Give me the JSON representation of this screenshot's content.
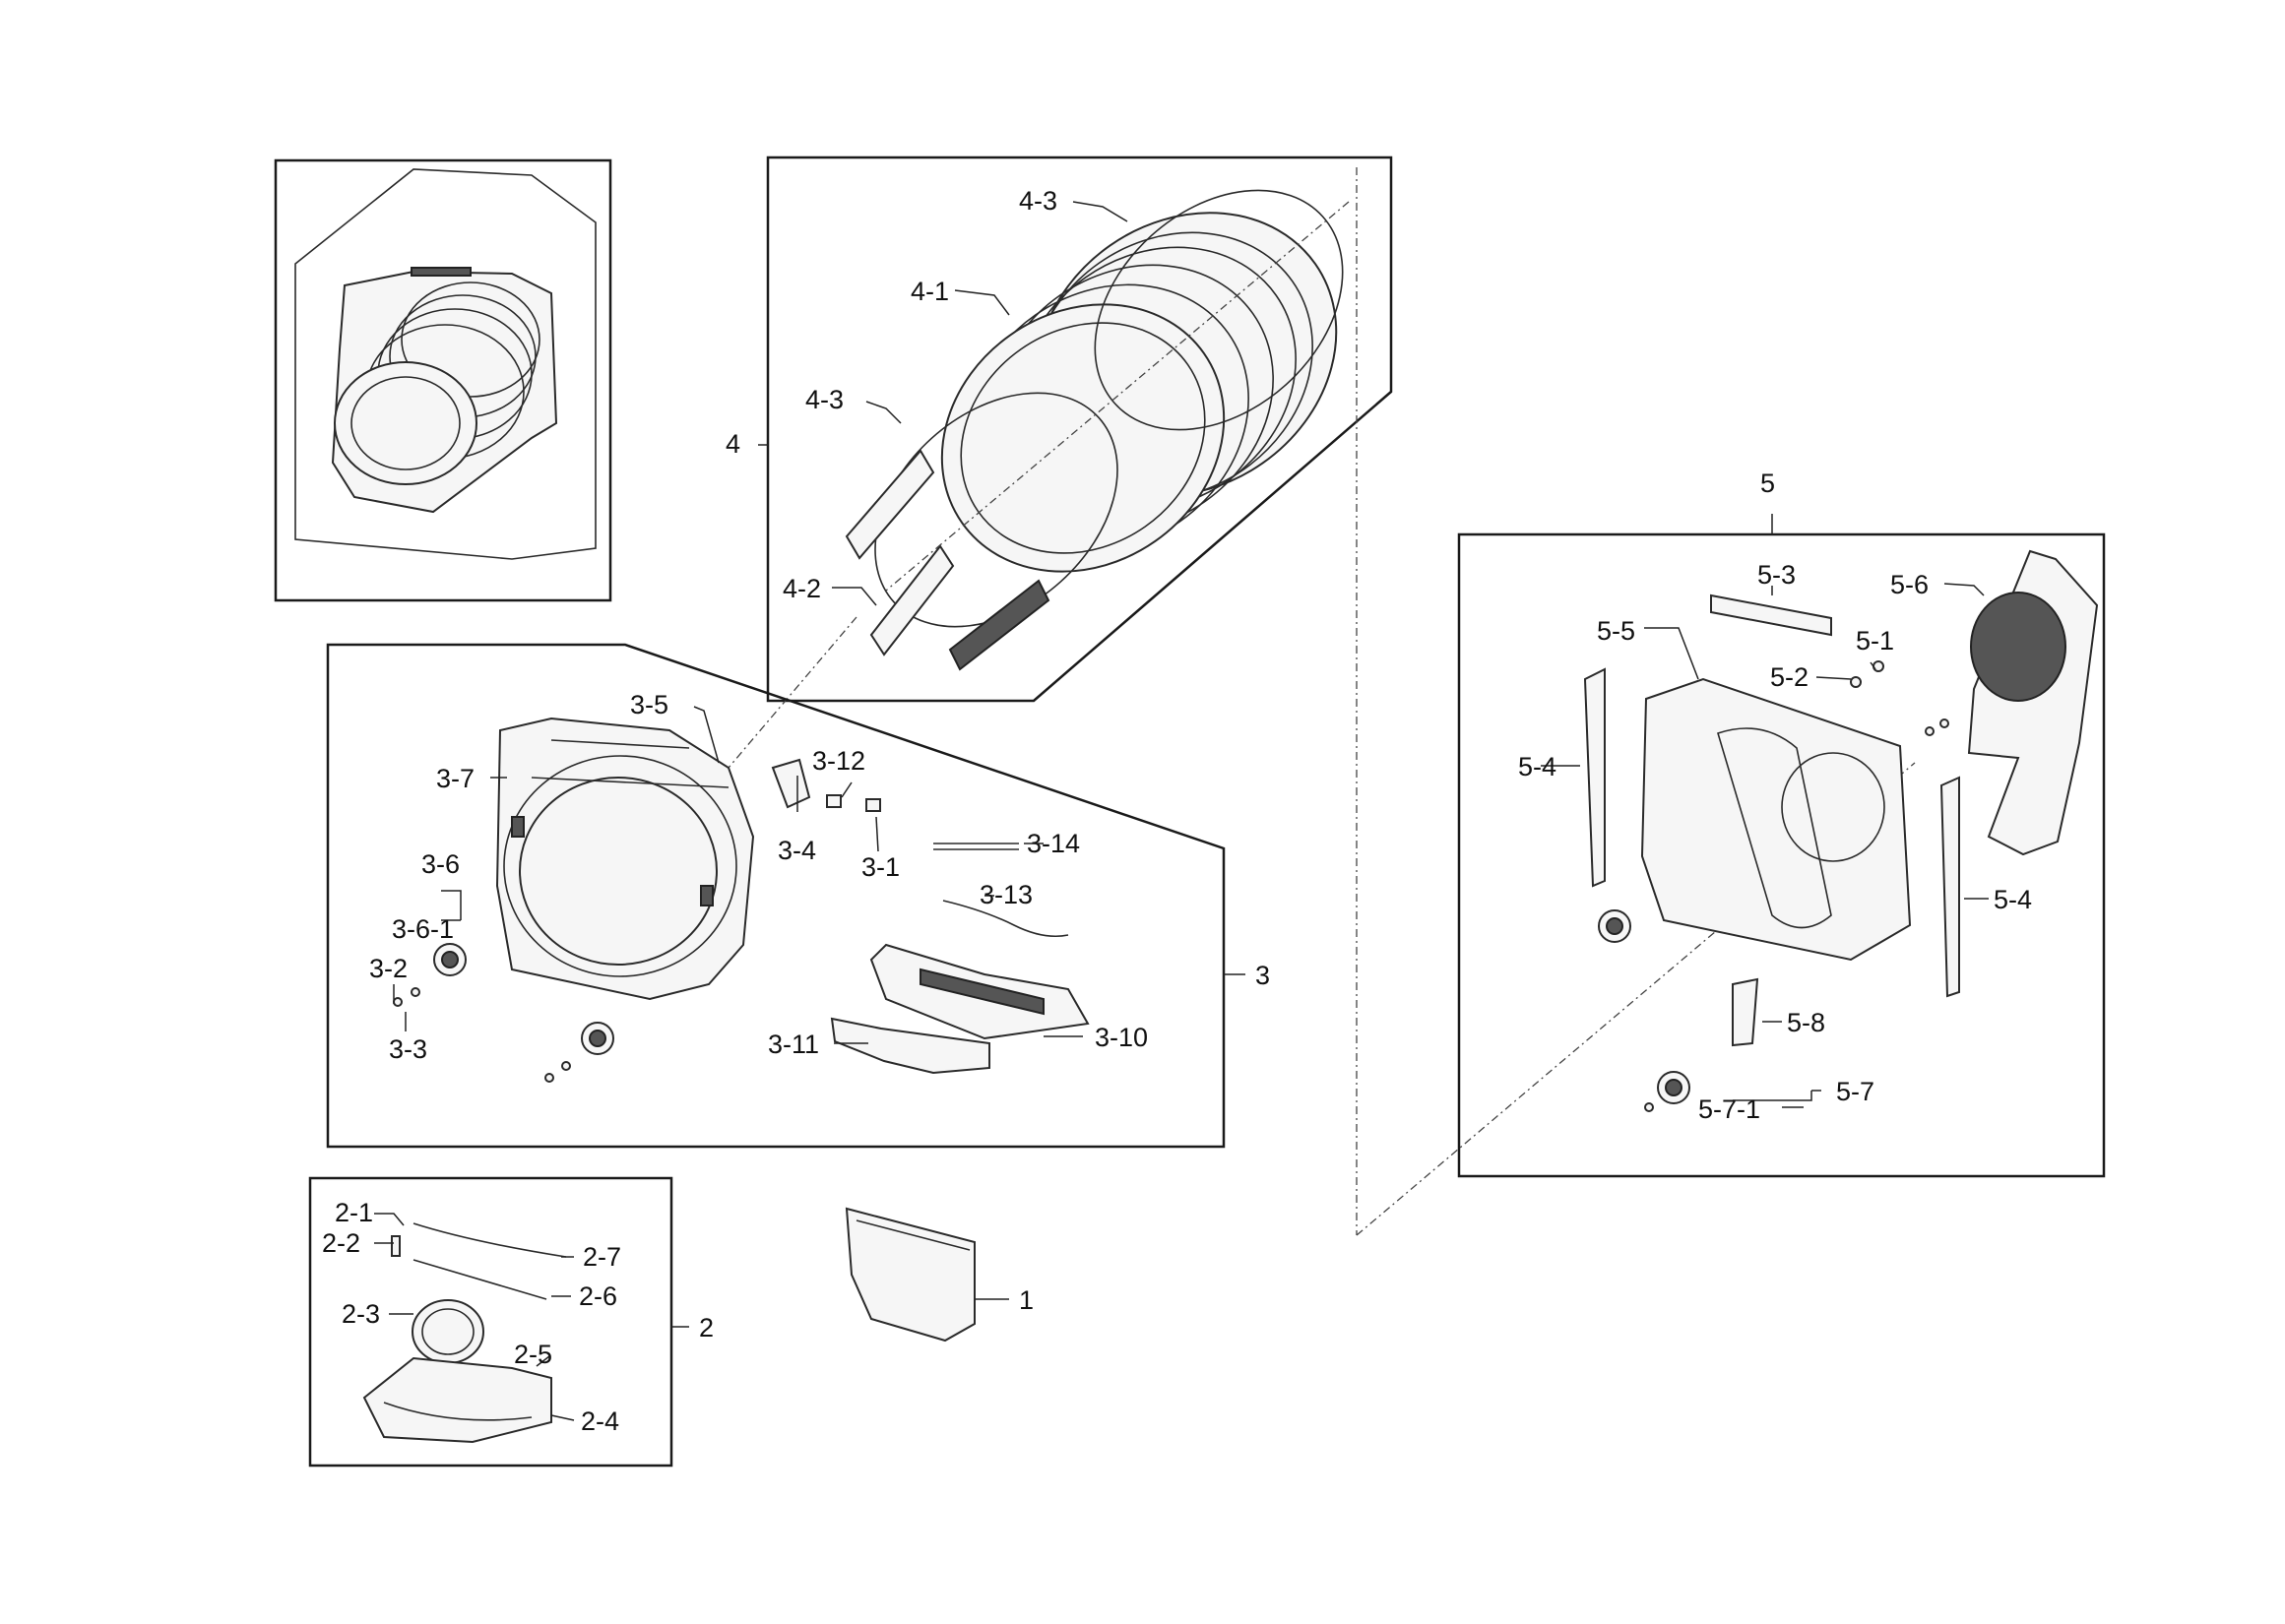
{
  "callouts": {
    "c1": "1",
    "c2": "2",
    "c2_1": "2-1",
    "c2_2": "2-2",
    "c2_3": "2-3",
    "c2_4": "2-4",
    "c2_5": "2-5",
    "c2_6": "2-6",
    "c2_7": "2-7",
    "c3": "3",
    "c3_1": "3-1",
    "c3_2": "3-2",
    "c3_3": "3-3",
    "c3_4": "3-4",
    "c3_5": "3-5",
    "c3_6": "3-6",
    "c3_6_1": "3-6-1",
    "c3_7": "3-7",
    "c3_10": "3-10",
    "c3_11": "3-11",
    "c3_12": "3-12",
    "c3_13": "3-13",
    "c3_14": "3-14",
    "c4": "4",
    "c4_1": "4-1",
    "c4_2": "4-2",
    "c4_3": "4-3",
    "c5": "5",
    "c5_1": "5-1",
    "c5_2": "5-2",
    "c5_3": "5-3",
    "c5_4": "5-4",
    "c5_5": "5-5",
    "c5_6": "5-6",
    "c5_7": "5-7",
    "c5_7_1": "5-7-1",
    "c5_8": "5-8"
  }
}
